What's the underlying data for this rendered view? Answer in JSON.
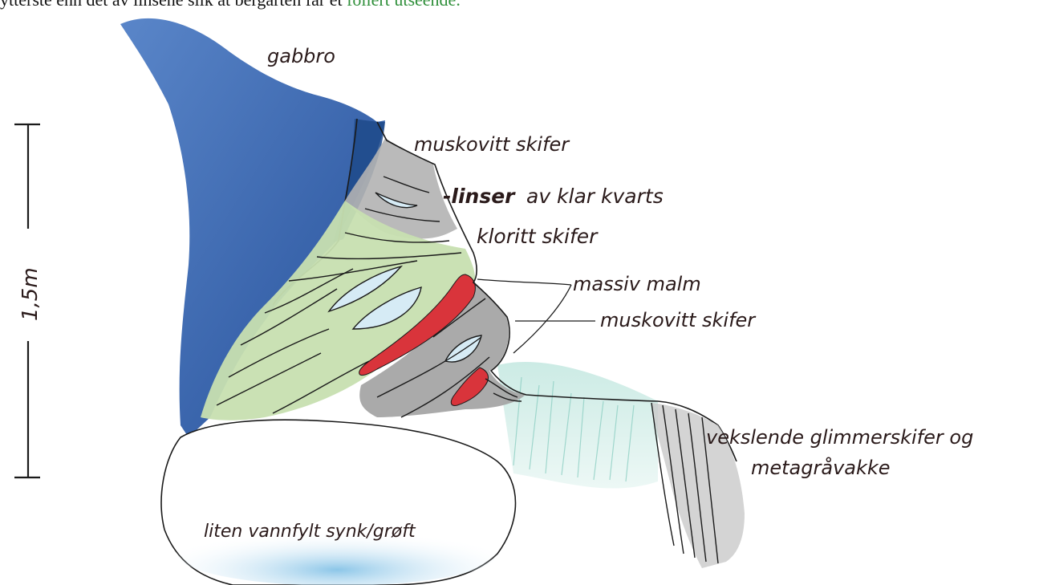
{
  "caption": {
    "prefix": "ytterste enn det av linsene slik at bergarten får et",
    "highlight": "foliert utseende."
  },
  "scale_bar": {
    "label": "1,5m"
  },
  "labels": {
    "gabbro": "gabbro",
    "muskovitt_top": "muskovitt skifer",
    "linser_bold": "-linser",
    "linser_rest": "av klar kvarts",
    "kloritt": "kloritt skifer",
    "massiv_malm": "massiv malm",
    "muskovitt_mid": "muskovitt skifer",
    "vekslende_line1": "vekslende glimmerskifer og",
    "vekslende_line2": "metagråvakke",
    "sink": "liten vannfylt synk/grøft"
  },
  "colors": {
    "gabbro": "#3b66ad",
    "gabbro_dark": "#1d3f7a",
    "muskovitt": "#a8a8a8",
    "kloritt": "#c7dfb0",
    "ore": "#d9343b",
    "quartz": "#d6ebf5",
    "water": "#a9d4ec",
    "grass": "#a3d9cf",
    "ink": "#2a1a1a"
  }
}
